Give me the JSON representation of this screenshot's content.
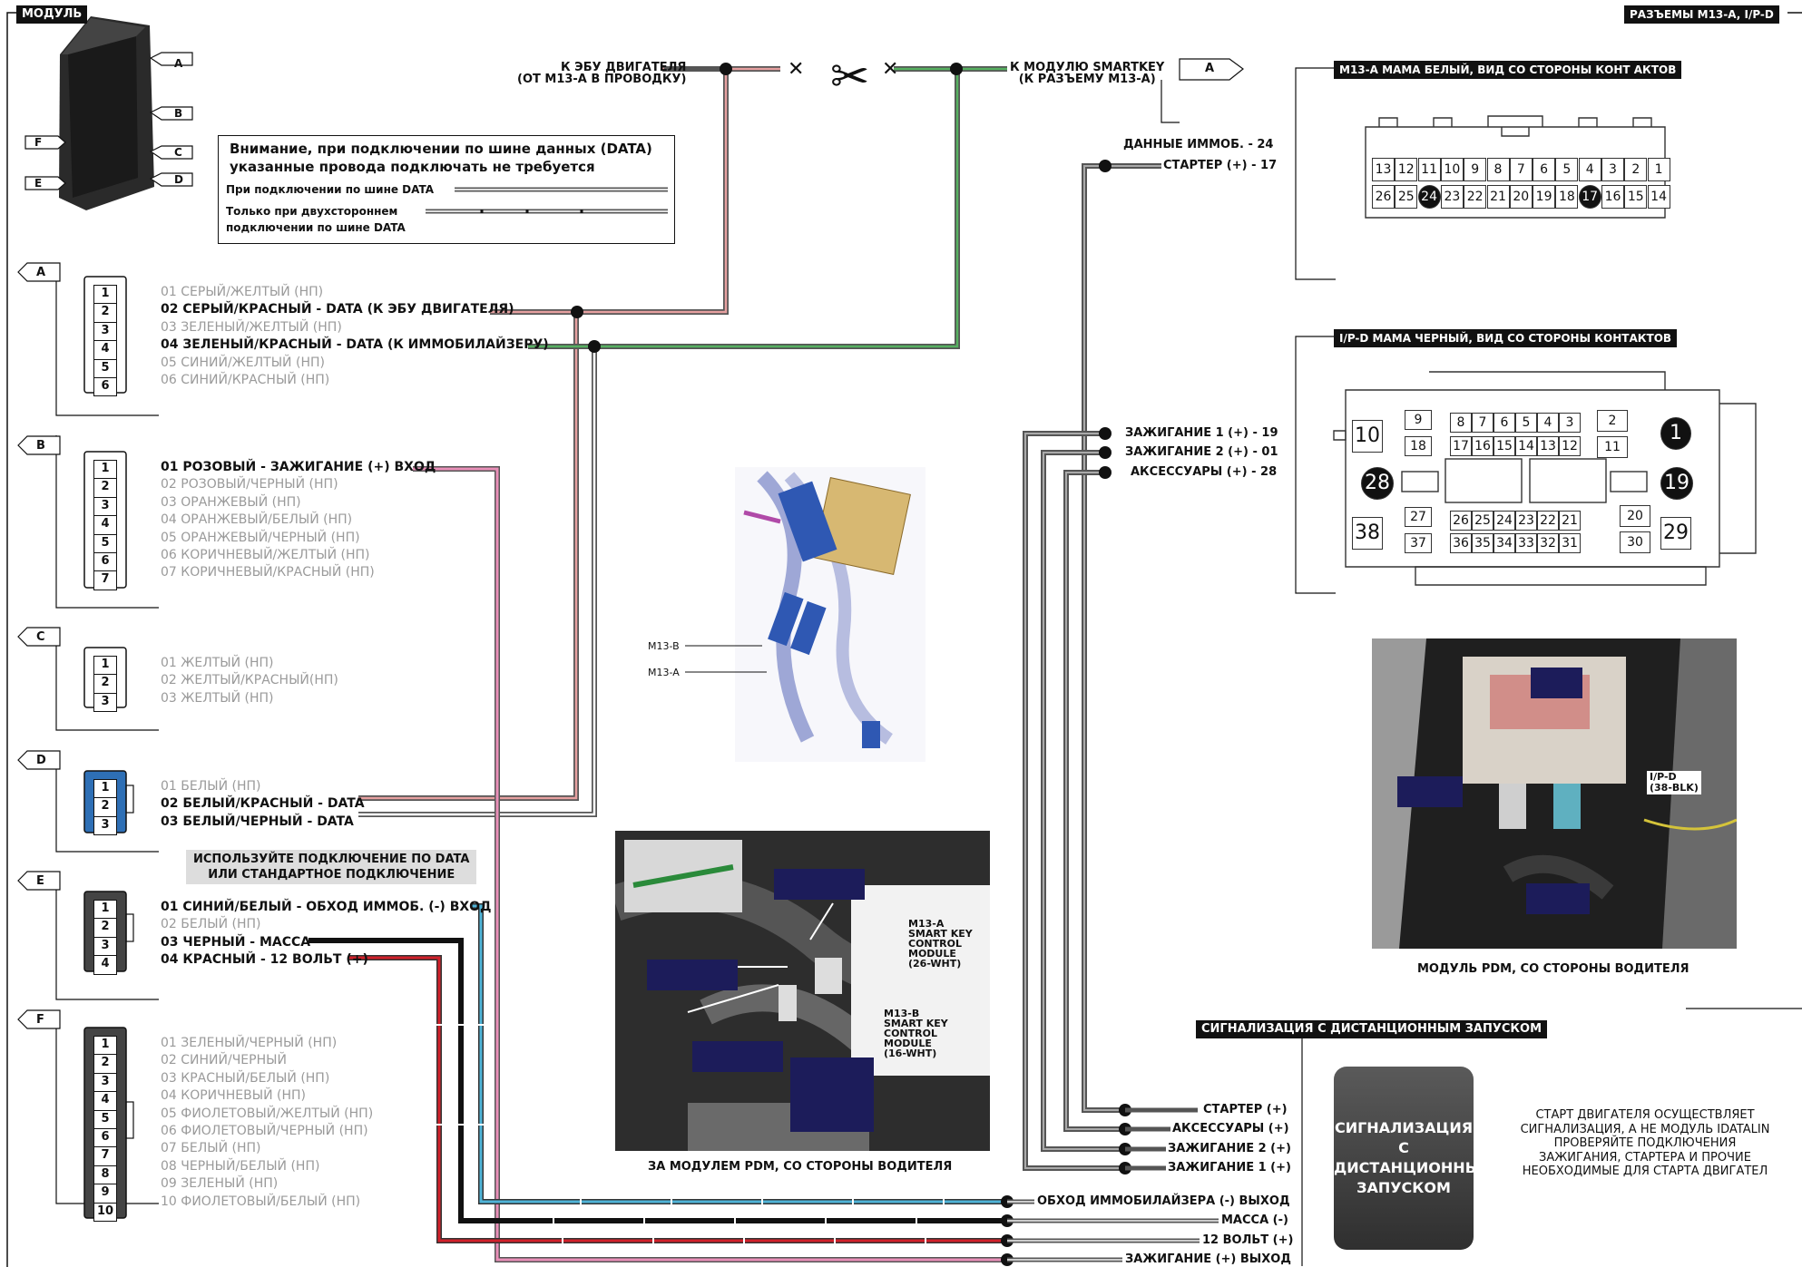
{
  "module": {
    "tab": "МОДУЛЬ",
    "ports": [
      "A",
      "B",
      "C",
      "D",
      "F",
      "E"
    ]
  },
  "connectors_tab": "РАЗЪЕМЫ M13-A, I/P-D",
  "note": {
    "line1": "Внимание, при подключении по шине данных (DATA)",
    "line2": "указанные провода подключать не требуется",
    "row1": "При подключении по шине DATA",
    "row2a": "Только при двухстороннем",
    "row2b": "подключении по шине DATA"
  },
  "ecu_label": {
    "line1": "К ЭБУ ДВИГАТЕЛЯ",
    "line2": "(ОТ M13-A В ПРОВОДКУ)"
  },
  "smartkey_label": {
    "line1": "К МОДУЛЮ SMARTKEY",
    "line2": "(К РАЗЪЕМУ M13-A)",
    "tag": "A"
  },
  "groups": [
    {
      "letter": "A",
      "pins": [
        {
          "n": "1",
          "text": "01 СЕРЫЙ/ЖЕЛТЫЙ (НП)",
          "active": false
        },
        {
          "n": "2",
          "text": "02 СЕРЫЙ/КРАСНЫЙ - DATA (К ЭБУ ДВИГАТЕЛЯ)",
          "active": true
        },
        {
          "n": "3",
          "text": "03 ЗЕЛЕНЫЙ/ЖЕЛТЫЙ (НП)",
          "active": false
        },
        {
          "n": "4",
          "text": "04 ЗЕЛЕНЫЙ/КРАСНЫЙ - DATA (К ИММОБИЛАЙЗЕРУ)",
          "active": true
        },
        {
          "n": "5",
          "text": "05 СИНИЙ/ЖЕЛТЫЙ (НП)",
          "active": false
        },
        {
          "n": "6",
          "text": "06 СИНИЙ/КРАСНЫЙ (НП)",
          "active": false
        }
      ]
    },
    {
      "letter": "B",
      "pins": [
        {
          "n": "1",
          "text": "01 РОЗОВЫЙ - ЗАЖИГАНИЕ (+) ВХОД",
          "active": true
        },
        {
          "n": "2",
          "text": "02 РОЗОВЫЙ/ЧЕРНЫЙ (НП)",
          "active": false
        },
        {
          "n": "3",
          "text": "03 ОРАНЖЕВЫЙ (НП)",
          "active": false
        },
        {
          "n": "4",
          "text": "04 ОРАНЖЕВЫЙ/БЕЛЫЙ (НП)",
          "active": false
        },
        {
          "n": "5",
          "text": "05 ОРАНЖЕВЫЙ/ЧЕРНЫЙ (НП)",
          "active": false
        },
        {
          "n": "6",
          "text": "06 КОРИЧНЕВЫЙ/ЖЕЛТЫЙ (НП)",
          "active": false
        },
        {
          "n": "7",
          "text": "07 КОРИЧНЕВЫЙ/КРАСНЫЙ (НП)",
          "active": false
        }
      ]
    },
    {
      "letter": "C",
      "pins": [
        {
          "n": "1",
          "text": "01 ЖЕЛТЫЙ (НП)",
          "active": false
        },
        {
          "n": "2",
          "text": "02 ЖЕЛТЫЙ/КРАСНЫЙ(НП)",
          "active": false
        },
        {
          "n": "3",
          "text": "03 ЖЕЛТЫЙ (НП)",
          "active": false
        }
      ]
    },
    {
      "letter": "D",
      "pins": [
        {
          "n": "1",
          "text": "01 БЕЛЫЙ (НП)",
          "active": false
        },
        {
          "n": "2",
          "text": "02 БЕЛЫЙ/КРАСНЫЙ - DATA",
          "active": true
        },
        {
          "n": "3",
          "text": "03 БЕЛЫЙ/ЧЕРНЫЙ - DATA",
          "active": true
        }
      ]
    },
    {
      "letter": "E",
      "pins": [
        {
          "n": "1",
          "text": "01 СИНИЙ/БЕЛЫЙ - ОБХОД ИММОБ. (-) ВХОД",
          "active": true
        },
        {
          "n": "2",
          "text": "02 БЕЛЫЙ (НП)",
          "active": false
        },
        {
          "n": "3",
          "text": "03 ЧЕРНЫЙ - МАССА",
          "active": true
        },
        {
          "n": "4",
          "text": "04 КРАСНЫЙ - 12 ВОЛЬТ (+)",
          "active": true
        }
      ]
    },
    {
      "letter": "F",
      "pins": [
        {
          "n": "1",
          "text": "01 ЗЕЛЕНЫЙ/ЧЕРНЫЙ (НП)",
          "active": false
        },
        {
          "n": "2",
          "text": "02 СИНИЙ/ЧЕРНЫЙ",
          "active": false
        },
        {
          "n": "3",
          "text": "03 КРАСНЫЙ/БЕЛЫЙ (НП)",
          "active": false
        },
        {
          "n": "4",
          "text": "04 КОРИЧНЕВЫЙ (НП)",
          "active": false
        },
        {
          "n": "5",
          "text": "05 ФИОЛЕТОВЫЙ/ЖЕЛТЫЙ (НП)",
          "active": false
        },
        {
          "n": "6",
          "text": "06 ФИОЛЕТОВЫЙ/ЧЕРНЫЙ (НП)",
          "active": false
        },
        {
          "n": "7",
          "text": "07 БЕЛЫЙ (НП)",
          "active": false
        },
        {
          "n": "8",
          "text": "08 ЧЕРНЫЙ/БЕЛЫЙ (НП)",
          "active": false
        },
        {
          "n": "9",
          "text": "09 ЗЕЛЕНЫЙ (НП)",
          "active": false
        },
        {
          "n": "10",
          "text": "10 ФИОЛЕТОВЫЙ/БЕЛЫЙ (НП)",
          "active": false
        }
      ]
    }
  ],
  "data_hint": {
    "line1": "ИСПОЛЬЗУЙТЕ ПОДКЛЮЧЕНИЕ ПО DATA",
    "line2": "ИЛИ СТАНДАРТНОЕ ПОДКЛЮЧЕНИЕ"
  },
  "vehicle_labels": {
    "immo_data": "ДАННЫЕ ИММОБ. - 24",
    "starter": "СТАРТЕР (+) - 17",
    "ign1": "ЗАЖИГАНИЕ 1 (+) - 19",
    "ign2": "ЗАЖИГАНИЕ 2 (+) - 01",
    "acc": "АКСЕССУАРЫ (+) - 28"
  },
  "m13a": {
    "title": "M13-A МАМА БЕЛЫЙ, ВИД СО СТОРОНЫ КОНТ АКТОВ",
    "top": [
      "13",
      "12",
      "11",
      "10",
      "9",
      "8",
      "7",
      "6",
      "5",
      "4",
      "3",
      "2",
      "1"
    ],
    "bottom": [
      "26",
      "25",
      "24",
      "23",
      "22",
      "21",
      "20",
      "19",
      "18",
      "17",
      "16",
      "15",
      "14"
    ]
  },
  "ipd": {
    "title": "I/P-D МАМА ЧЕРНЫЙ, ВИД СО СТОРОНЫ КОНТАКТОВ",
    "pins": [
      "10",
      "9",
      "8",
      "7",
      "6",
      "5",
      "4",
      "3",
      "2",
      "1",
      "18",
      "17",
      "16",
      "15",
      "14",
      "13",
      "12",
      "11",
      "28",
      "19",
      "38",
      "27",
      "26",
      "25",
      "24",
      "23",
      "22",
      "21",
      "20",
      "29",
      "37",
      "36",
      "35",
      "34",
      "33",
      "32",
      "31",
      "30"
    ]
  },
  "photo_labels": {
    "m13b": "M13-B",
    "m13a": "M13-A",
    "photo2_m13a": "M13-A\nSMART KEY\nCONTROL\nMODULE\n(26-WHT)",
    "photo2_m13b": "M13-B\nSMART KEY\nCONTROL\nMODULE\n(16-WHT)",
    "ipd": "I/P-D\n(38-BLK)"
  },
  "captions": {
    "behind_pdm": "ЗА МОДУЛЕМ PDM, СО СТОРОНЫ ВОДИТЕЛЯ",
    "pdm": "МОДУЛЬ PDM, СО СТОРОНЫ ВОДИТЕЛЯ"
  },
  "alarm_tab": "СИГНАЛИЗАЦИЯ С ДИСТАНЦИОННЫМ ЗАПУСКОМ",
  "alarm_box": [
    "СИГНАЛИЗАЦИЯ",
    "С",
    "ДИСТАНЦИОННЫМ",
    "ЗАПУСКОМ"
  ],
  "alarm_outputs": {
    "starter": "СТАРТЕР (+)",
    "acc": "АКСЕССУАРЫ (+)",
    "ign2": "ЗАЖИГАНИЕ 2 (+)",
    "ign1": "ЗАЖИГАНИЕ 1 (+)"
  },
  "alarm_note": [
    "СТАРТ ДВИГАТЕЛЯ ОСУЩЕСТВЛЯЕТ",
    "СИГНАЛИЗАЦИЯ, А НЕ МОДУЛЬ IDATALIN",
    "ПРОВЕРЯЙТЕ ПОДКЛЮЧЕНИЯ",
    "ЗАЖИГАНИЯ, СТАРТЕРА И ПРОЧИЕ",
    "НЕОБХОДИМЫЕ ДЛЯ СТАРТА ДВИГАТЕЛ"
  ],
  "bottom_outputs": {
    "bypass": "ОБХОД ИММОБИЛАЙЗЕРА (-) ВЫХОД",
    "ground": "МАССА (-)",
    "v12": "12 ВОЛЬТ (+)",
    "ign_out": "ЗАЖИГАНИЕ (+) ВЫХОД"
  },
  "colors": {
    "pink": "#e98fb8",
    "red": "#d2202a",
    "blue": "#4fb4d8",
    "green": "#2e8b3a",
    "grey": "#7a7a7a",
    "darkgrey": "#555555",
    "navy": "#1c1c5a"
  }
}
